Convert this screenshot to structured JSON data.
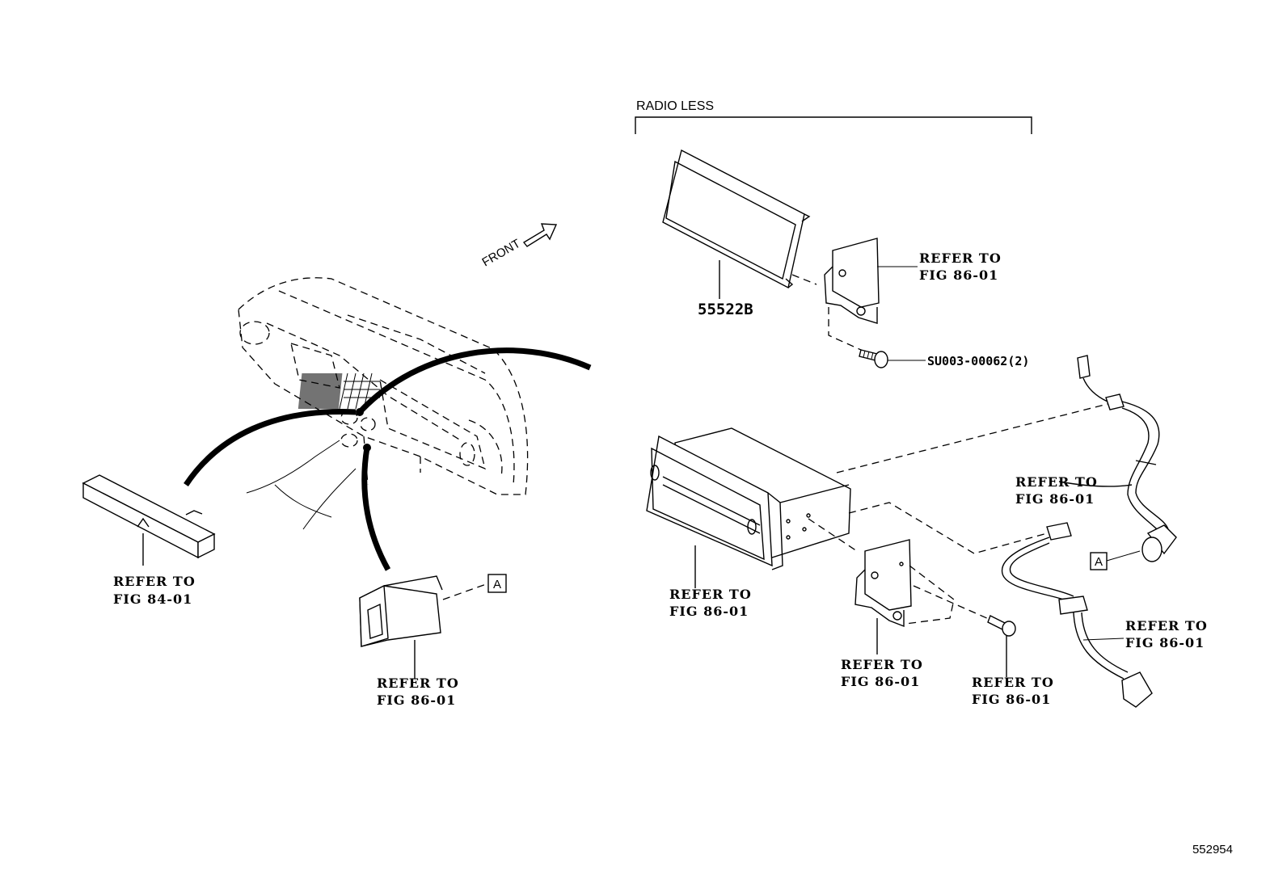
{
  "header": {
    "radio_less_label": "RADIO LESS",
    "front_label": "FRONT"
  },
  "callouts": {
    "display_panel_part": "55522B",
    "upper_bracket_ref_line1": "REFER TO",
    "upper_bracket_ref_line2": "FIG 86-01",
    "screw_part": "SU003-00062(2)",
    "switch_ref_line1": "REFER TO",
    "switch_ref_line2": "FIG 84-01",
    "clock_ref_line1": "REFER TO",
    "clock_ref_line2": "FIG 86-01",
    "radio_ref_line1": "REFER TO",
    "radio_ref_line2": "FIG 86-01",
    "lower_bracket_ref_line1": "REFER TO",
    "lower_bracket_ref_line2": "FIG 86-01",
    "lower_screw_ref_line1": "REFER TO",
    "lower_screw_ref_line2": "FIG 86-01",
    "harness_ref_line1": "REFER TO",
    "harness_ref_line2": "FIG 86-01",
    "cable_ref_line1": "REFER TO",
    "cable_ref_line2": "FIG 86-01"
  },
  "markers": {
    "connector_a_left": "A",
    "connector_a_right": "A"
  },
  "footer": {
    "diagram_number": "552954"
  }
}
